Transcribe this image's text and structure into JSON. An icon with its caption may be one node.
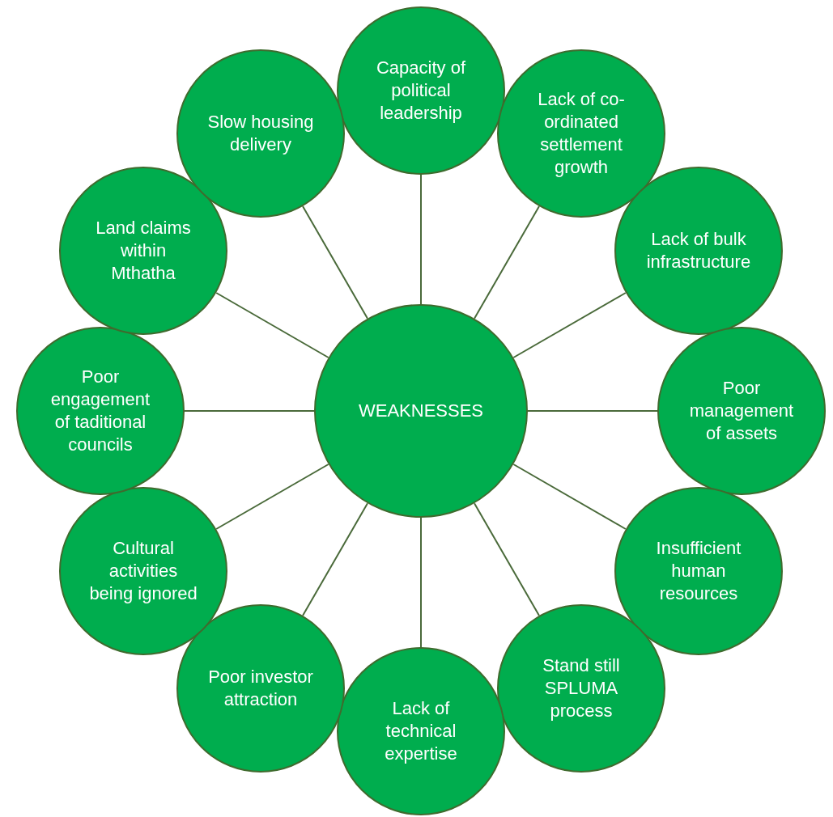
{
  "diagram": {
    "nodes": [
      {
        "text": [
          "WEAKNESSES"
        ]
      },
      {
        "text": [
          "Capacity of political leadership"
        ]
      },
      {
        "text": [
          "Lack of co-ordinated settlement growth"
        ]
      },
      {
        "text": [
          "Lack of bulk infrastructure"
        ]
      },
      {
        "text": [
          "Poor management of assets"
        ]
      },
      {
        "text": [
          "Insufficient human resources"
        ]
      },
      {
        "text": [
          "Stand still SPLUMA process"
        ]
      },
      {
        "text": [
          "Lack of technical expertise"
        ]
      },
      {
        "text": [
          "Poor investor attraction"
        ]
      },
      {
        "text": [
          "Cultural activities being ignored"
        ]
      },
      {
        "text": [
          "Poor engagement of taditional councils"
        ]
      },
      {
        "text": [
          "Land claims within Mthatha"
        ]
      },
      {
        "text": [
          "Slow housing delivery"
        ]
      }
    ],
    "edges": [
      {
        "from": 0,
        "to": 1,
        "arrow": "none"
      },
      {
        "from": 0,
        "to": 2,
        "arrow": "none"
      },
      {
        "from": 0,
        "to": 3,
        "arrow": "none"
      },
      {
        "from": 0,
        "to": 4,
        "arrow": "none"
      },
      {
        "from": 0,
        "to": 5,
        "arrow": "none"
      },
      {
        "from": 0,
        "to": 6,
        "arrow": "none"
      },
      {
        "from": 0,
        "to": 7,
        "arrow": "none"
      },
      {
        "from": 0,
        "to": 8,
        "arrow": "none"
      },
      {
        "from": 0,
        "to": 9,
        "arrow": "none"
      },
      {
        "from": 0,
        "to": 10,
        "arrow": "none"
      },
      {
        "from": 0,
        "to": 11,
        "arrow": "none"
      },
      {
        "from": 0,
        "to": 12,
        "arrow": "none"
      }
    ]
  }
}
